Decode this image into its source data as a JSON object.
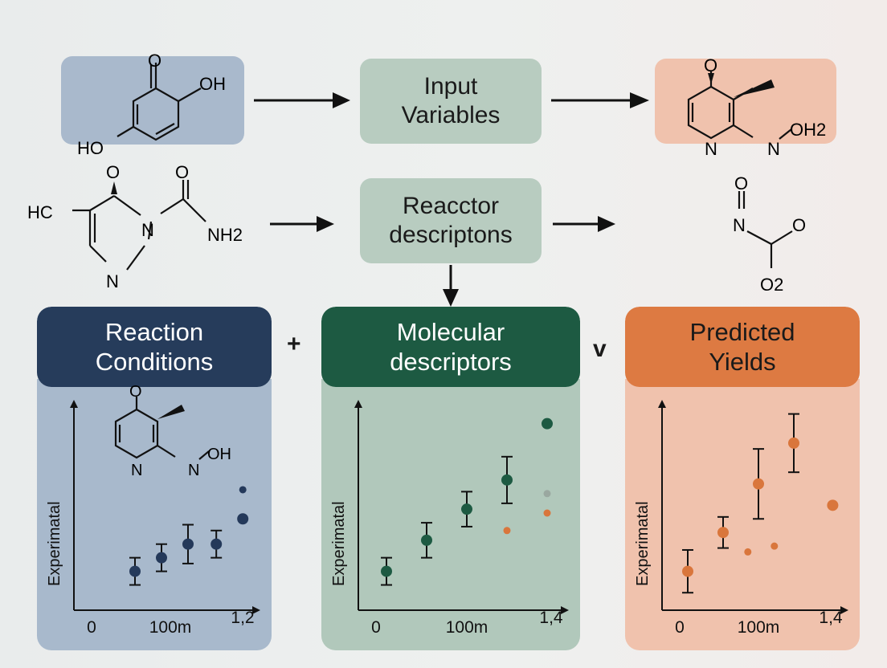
{
  "row1": {
    "input_box": "Input\nVariables",
    "left_molecule": {
      "atoms": [
        "O",
        "OH",
        "HO"
      ]
    },
    "right_molecule": {
      "atoms": [
        "O",
        "N",
        "N",
        "OH2"
      ]
    }
  },
  "row2": {
    "reactor_box": "Reacctor\ndescriptons",
    "left_molecule": {
      "atoms": [
        "O",
        "O",
        "HC",
        "N",
        "NH2",
        "N"
      ]
    },
    "right_molecule": {
      "atoms": [
        "O",
        "N",
        "O",
        "O2"
      ]
    }
  },
  "operators": {
    "plus": "+",
    "v": "v"
  },
  "panels": [
    {
      "title": "Reaction\nConditions",
      "header_color": "#263c5b",
      "body_color": "#a8b9cc",
      "ylabel": "Experimatal",
      "xticks": [
        "0",
        "100m",
        "1,2"
      ],
      "molecule_atoms": [
        "O",
        "N",
        "N",
        "OH"
      ],
      "chart_data": {
        "type": "scatter",
        "ylabel": "Experimatal",
        "x_tick_labels": [
          "0",
          "100m",
          "1,2"
        ],
        "points_with_error": [
          {
            "x": 0.3,
            "y": 0.2,
            "err": 0.07
          },
          {
            "x": 0.45,
            "y": 0.27,
            "err": 0.07
          },
          {
            "x": 0.6,
            "y": 0.34,
            "err": 0.1
          },
          {
            "x": 0.76,
            "y": 0.34,
            "err": 0.07
          }
        ],
        "points": [
          {
            "x": 0.91,
            "y": 0.47,
            "size": "large"
          },
          {
            "x": 0.91,
            "y": 0.62,
            "size": "small"
          }
        ],
        "color": "#24395a"
      }
    },
    {
      "title": "Molecular\ndescriptors",
      "header_color": "#1d5a42",
      "body_color": "#b1c8bb",
      "ylabel": "Experimatal",
      "xticks": [
        "0",
        "100m",
        "1,4"
      ],
      "chart_data": {
        "type": "scatter",
        "ylabel": "Experimatal",
        "x_tick_labels": [
          "0",
          "100m",
          "1,4"
        ],
        "points_with_error": [
          {
            "x": 0.1,
            "y": 0.2,
            "err": 0.07
          },
          {
            "x": 0.3,
            "y": 0.36,
            "err": 0.09
          },
          {
            "x": 0.5,
            "y": 0.52,
            "err": 0.09
          },
          {
            "x": 0.7,
            "y": 0.67,
            "err": 0.12
          }
        ],
        "points": [
          {
            "x": 0.9,
            "y": 0.96,
            "size": "large",
            "color": "#1d5a42"
          },
          {
            "x": 0.9,
            "y": 0.6,
            "size": "small",
            "color": "#9aa8a0"
          },
          {
            "x": 0.9,
            "y": 0.5,
            "size": "small",
            "color": "#d9763c"
          },
          {
            "x": 0.7,
            "y": 0.41,
            "size": "small",
            "color": "#d9763c"
          }
        ],
        "color": "#1d5a42"
      }
    },
    {
      "title": "Predicted\nYields",
      "header_color": "#dd7a42",
      "body_color": "#f0c2ad",
      "ylabel": "Experimatal",
      "xticks": [
        "0",
        "100m",
        "1,4"
      ],
      "chart_data": {
        "type": "scatter",
        "ylabel": "Experimatal",
        "x_tick_labels": [
          "0",
          "100m",
          "1,4"
        ],
        "points_with_error": [
          {
            "x": 0.1,
            "y": 0.2,
            "err": 0.11
          },
          {
            "x": 0.3,
            "y": 0.4,
            "err": 0.08
          },
          {
            "x": 0.5,
            "y": 0.65,
            "err": 0.18
          },
          {
            "x": 0.7,
            "y": 0.86,
            "err": 0.15
          }
        ],
        "points": [
          {
            "x": 0.92,
            "y": 0.54,
            "size": "large"
          },
          {
            "x": 0.59,
            "y": 0.33,
            "size": "small"
          },
          {
            "x": 0.44,
            "y": 0.3,
            "size": "small"
          }
        ],
        "color": "#d9763c"
      }
    }
  ]
}
